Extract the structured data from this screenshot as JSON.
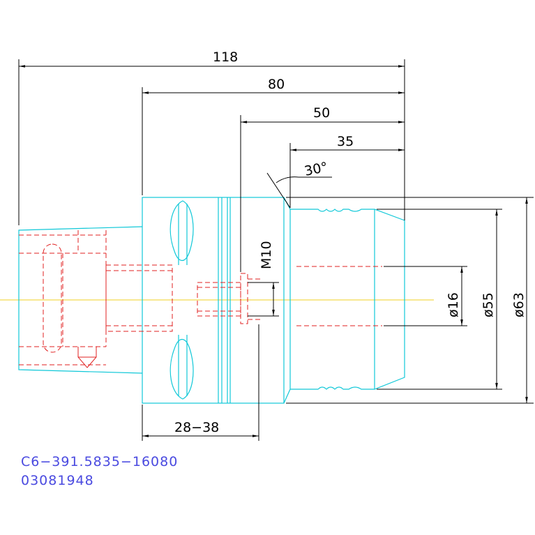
{
  "dimensions": {
    "overall_length": "118",
    "length_80": "80",
    "length_50": "50",
    "length_35": "35",
    "chamfer_angle": "30°",
    "thread": "M10",
    "bore_diameter": "ø16",
    "diameter_55": "ø55",
    "diameter_63": "ø63",
    "clamping_range": "28−38"
  },
  "part": {
    "code": "C6−391.5835−16080",
    "number": "03081948"
  },
  "colors": {
    "outline": "#10c8d8",
    "hidden": "#e02020",
    "dimension": "#000000",
    "axis": "#f0d020",
    "label": "#4a4ae0"
  }
}
